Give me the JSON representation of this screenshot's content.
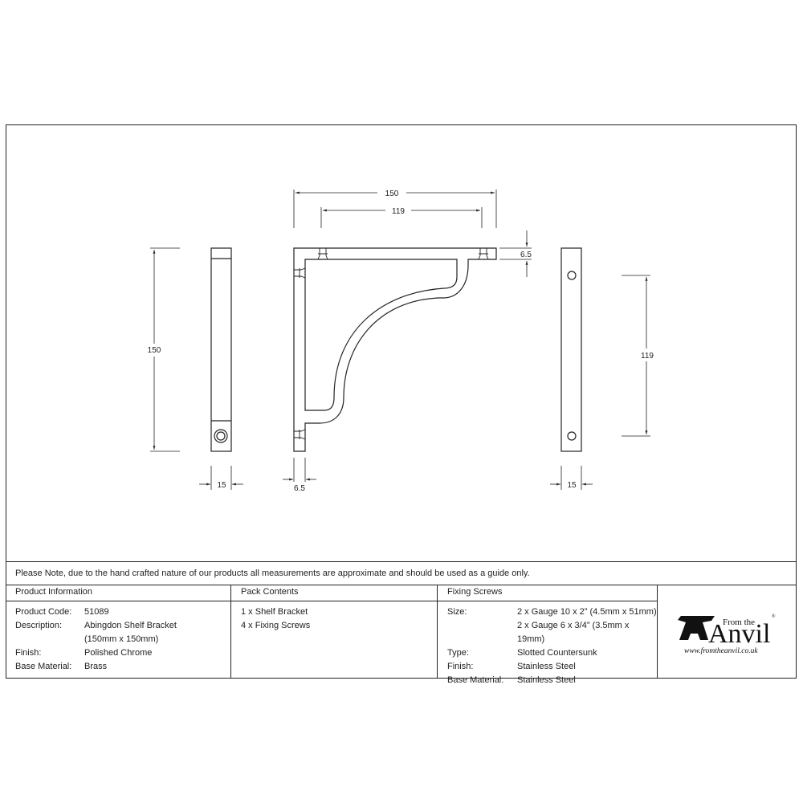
{
  "drawing": {
    "dimensions": {
      "top_overall": "150",
      "top_hole_spacing": "119",
      "thickness_right": "6.5",
      "side_left_height": "150",
      "side_left_width": "15",
      "front_thickness_bottom": "6.5",
      "back_width": "15",
      "back_hole_spacing": "119"
    }
  },
  "note": "Please Note, due to the hand crafted nature of our products all measurements are approximate and should be used as a guide only.",
  "product_information": {
    "header": "Product Information",
    "rows": [
      {
        "label": "Product Code:",
        "value": "51089"
      },
      {
        "label": "Description:",
        "value": "Abingdon Shelf Bracket"
      },
      {
        "label": "",
        "value": "(150mm x 150mm)"
      },
      {
        "label": "Finish:",
        "value": "Polished Chrome"
      },
      {
        "label": "Base Material:",
        "value": "Brass"
      }
    ]
  },
  "pack_contents": {
    "header": "Pack Contents",
    "items": [
      "1 x Shelf Bracket",
      "4 x Fixing Screws"
    ]
  },
  "fixing_screws": {
    "header": "Fixing Screws",
    "rows": [
      {
        "label": "Size:",
        "value": "2 x Gauge 10 x 2” (4.5mm x 51mm)"
      },
      {
        "label": "",
        "value": "2 x Gauge 6 x 3/4” (3.5mm x 19mm)"
      },
      {
        "label": "Type:",
        "value": "Slotted Countersunk"
      },
      {
        "label": "Finish:",
        "value": "Stainless Steel"
      },
      {
        "label": "Base Material:",
        "value": "Stainless Steel"
      }
    ]
  },
  "logo": {
    "from_the": "From the",
    "brand": "Anvil",
    "registered": "®",
    "url": "www.fromtheanvil.co.uk"
  }
}
